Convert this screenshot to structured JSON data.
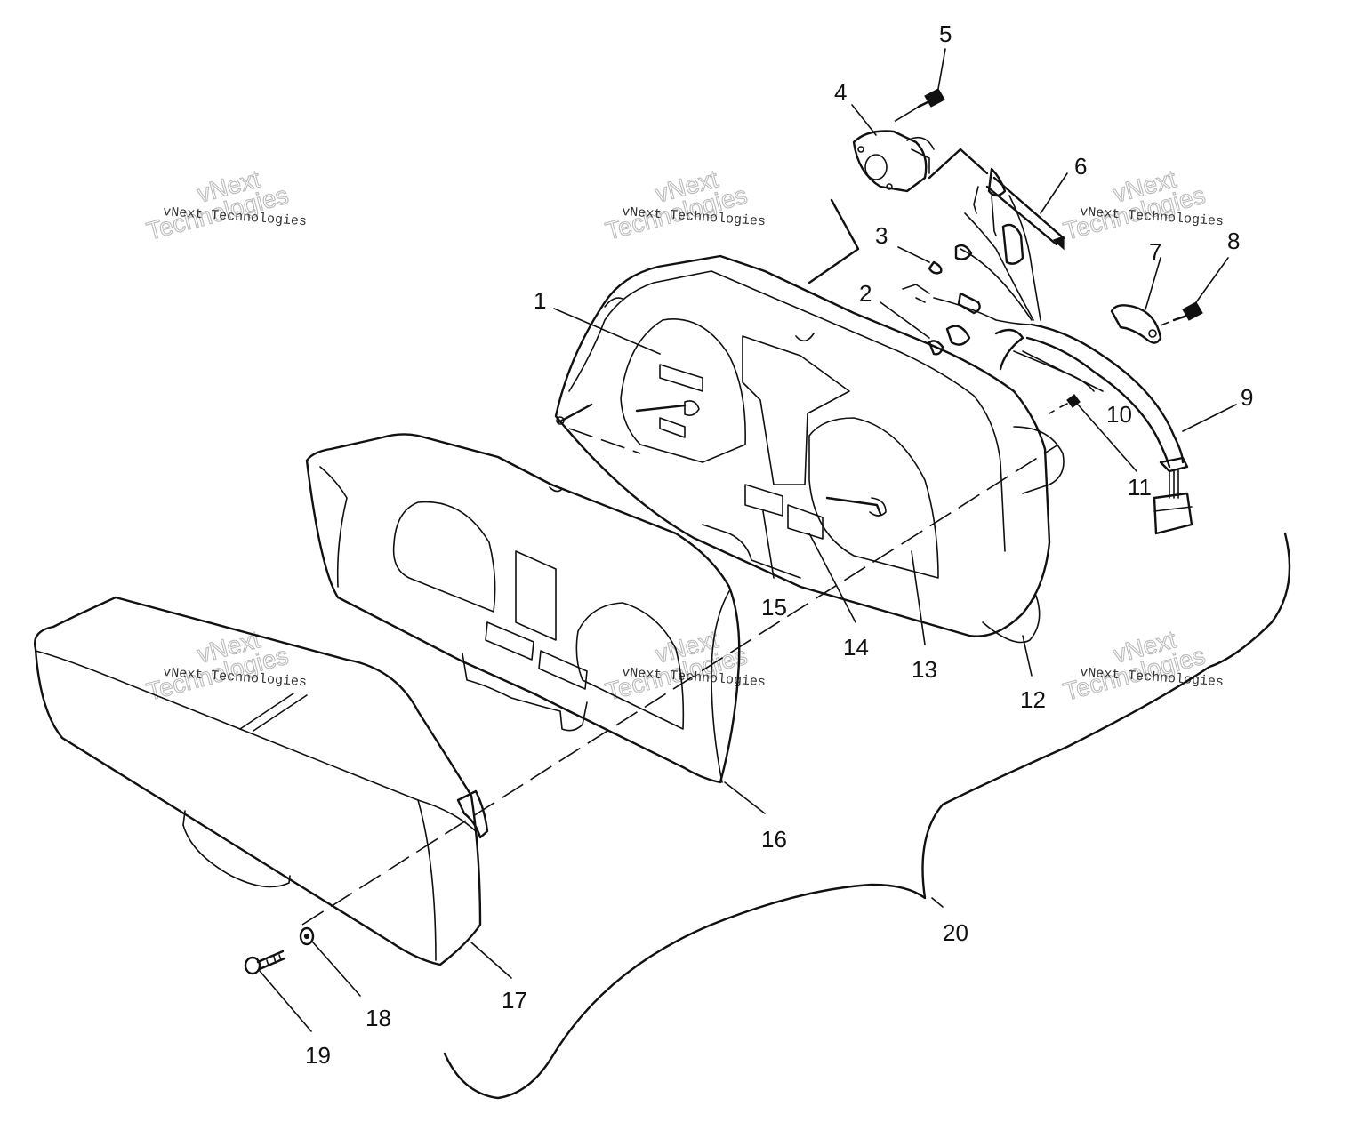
{
  "callouts": [
    "1",
    "2",
    "3",
    "4",
    "5",
    "6",
    "7",
    "8",
    "9",
    "10",
    "11",
    "12",
    "13",
    "14",
    "15",
    "16",
    "17",
    "18",
    "19",
    "20"
  ],
  "watermark": {
    "company": "vNext Technologies",
    "top": "vNext",
    "bottom": "Technologies"
  }
}
